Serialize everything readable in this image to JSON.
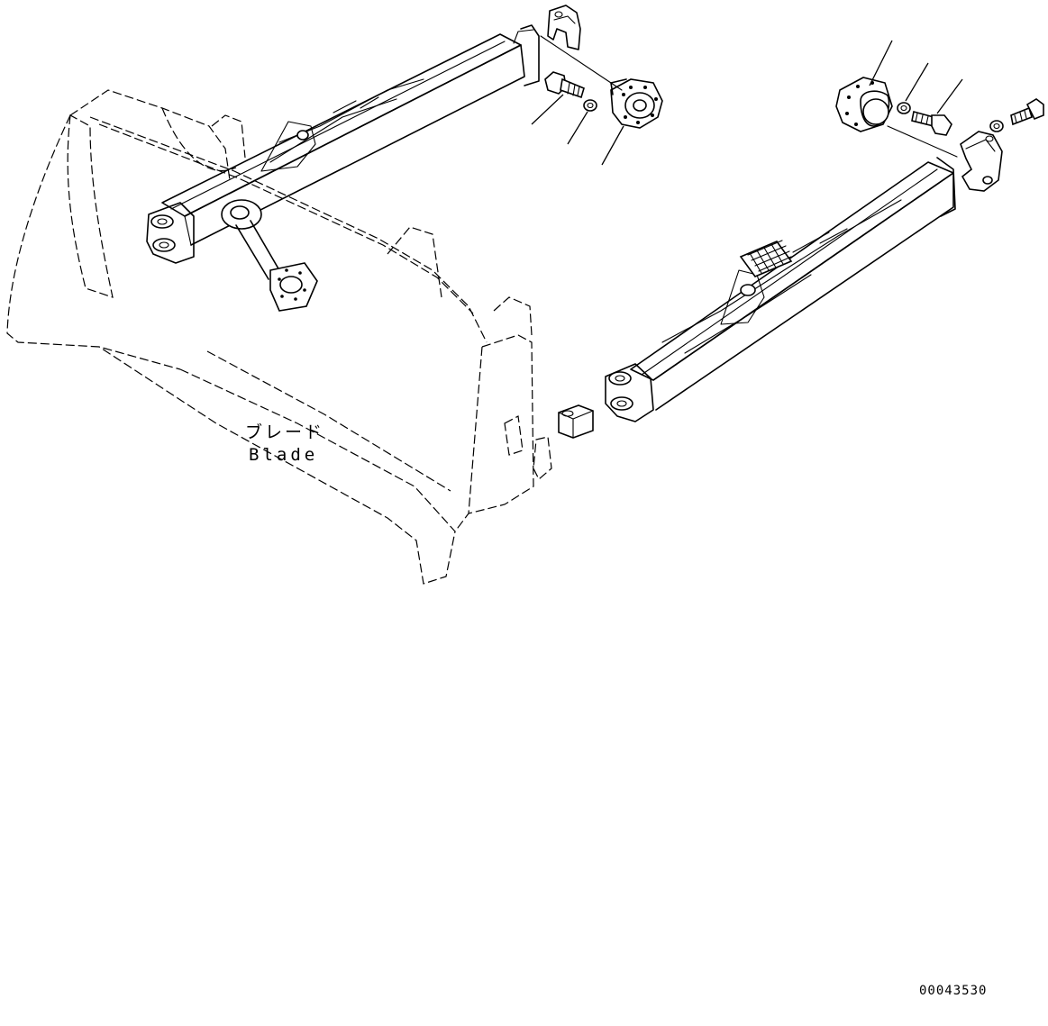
{
  "diagram": {
    "blade_label_jp": "ブレード",
    "blade_label_en": "Blade",
    "drawing_number": "00043530"
  }
}
